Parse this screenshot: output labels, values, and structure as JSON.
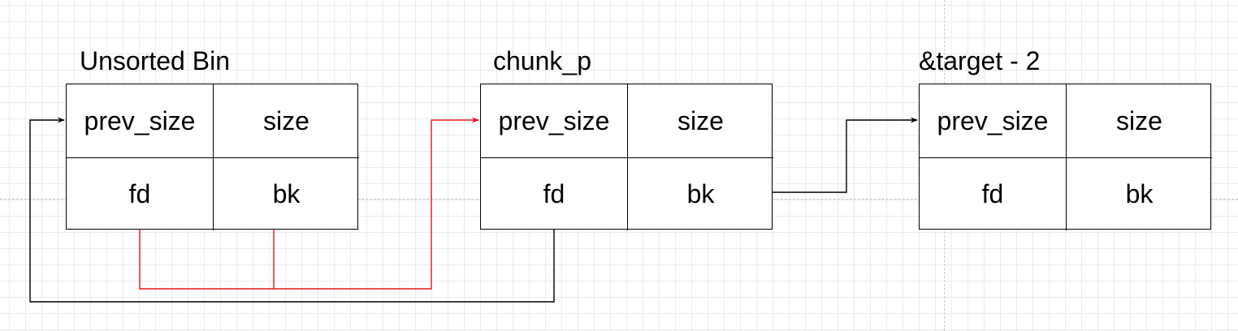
{
  "colors": {
    "link": "#000000",
    "highlight": "#e6161b",
    "grid": "#ebebeb"
  },
  "chunks": [
    {
      "title": "Unsorted Bin",
      "fields": [
        "prev_size",
        "size",
        "fd",
        "bk"
      ]
    },
    {
      "title": "chunk_p",
      "fields": [
        "prev_size",
        "size",
        "fd",
        "bk"
      ]
    },
    {
      "title": "&target - 2",
      "fields": [
        "prev_size",
        "size",
        "fd",
        "bk"
      ]
    }
  ],
  "arrows": [
    {
      "from": "Unsorted Bin.fd",
      "to": "chunk_p.prev_size",
      "color": "red"
    },
    {
      "from": "Unsorted Bin.bk",
      "to": "chunk_p.prev_size",
      "color": "red"
    },
    {
      "from": "chunk_p.fd",
      "to": "Unsorted Bin.prev_size",
      "color": "black"
    },
    {
      "from": "chunk_p.bk",
      "to": "&target - 2.prev_size",
      "color": "black"
    }
  ]
}
